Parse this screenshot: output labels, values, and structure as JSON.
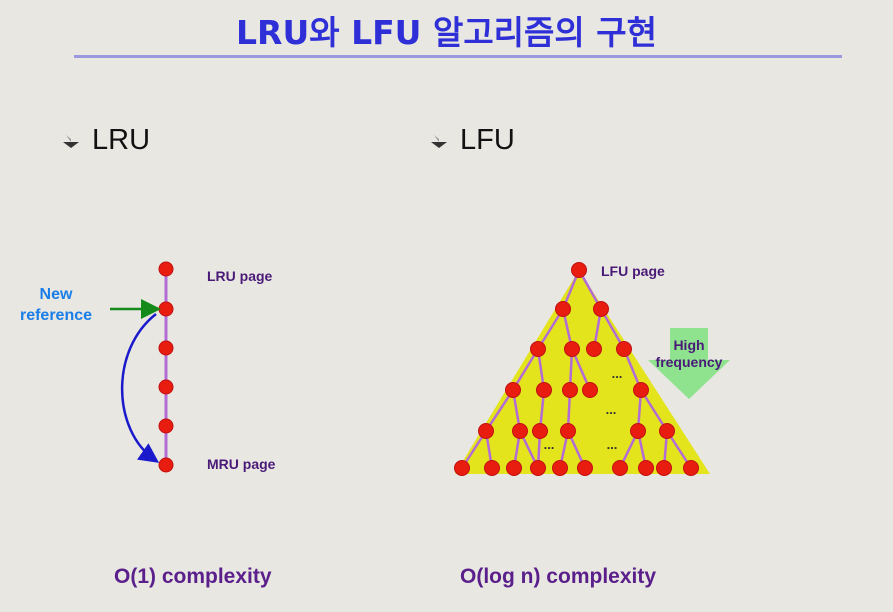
{
  "title": "LRU와 LFU 알고리즘의 구현",
  "colors": {
    "title": "#2f2fd8",
    "node": "#e81d10",
    "node_stroke": "#c01010",
    "edge": "#b36bd6",
    "triangle": "#e4e41c",
    "new_ref_text": "#1a7ee8",
    "new_ref_arrow": "#138a1a",
    "curve_arrow": "#1a1acc",
    "complexity_text": "#5a1f8a",
    "label_text": "#4a1a78",
    "high_freq_arrow": "#8fe38f"
  },
  "lru": {
    "heading": "LRU",
    "top_label": "LRU page",
    "bottom_label": "MRU page",
    "new_ref_line1": "New",
    "new_ref_line2": "reference",
    "complexity": "O(1) complexity",
    "node_count": 6
  },
  "lfu": {
    "heading": "LFU",
    "top_label": "LFU page",
    "high_freq_line1": "High",
    "high_freq_line2": "frequency",
    "ellipsis": "...",
    "complexity": "O(log n) complexity"
  }
}
